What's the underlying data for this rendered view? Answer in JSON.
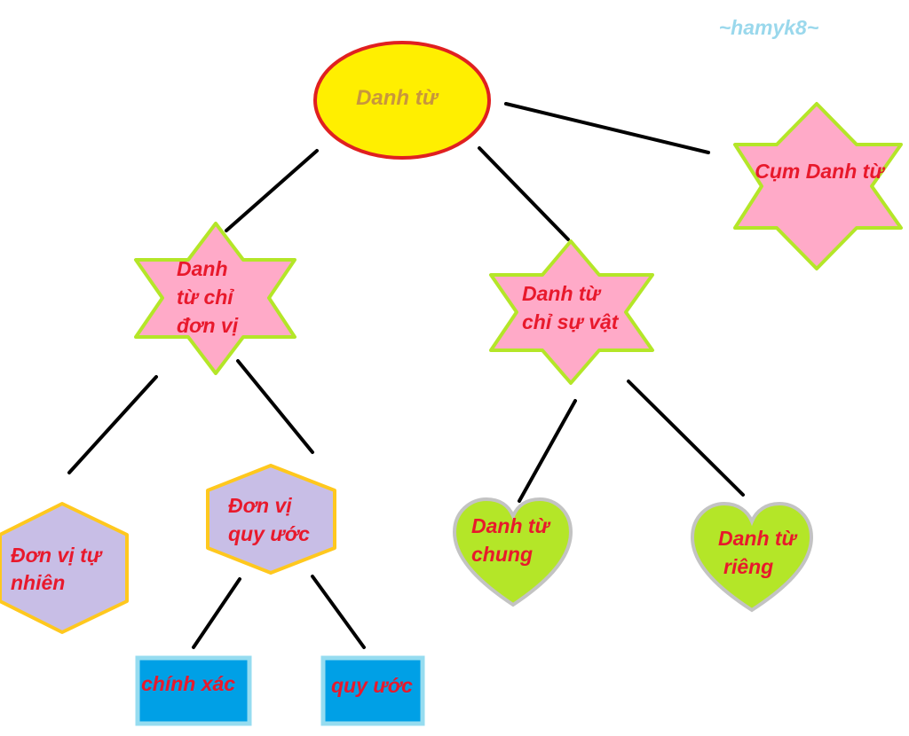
{
  "watermark": "~hamyk8~",
  "nodes": {
    "root": "Danh từ",
    "phrase": "Cụm Danh từ",
    "unit": [
      "Danh",
      "từ chỉ",
      "đơn vị"
    ],
    "thing": [
      "Danh từ",
      "chỉ sự vật"
    ],
    "natural_unit": [
      "Đơn vị tự",
      "nhiên"
    ],
    "conventional_unit": [
      "Đơn vị",
      "quy ước"
    ],
    "common": [
      "Danh từ",
      "chung"
    ],
    "proper": [
      "Danh từ",
      "riêng"
    ],
    "exact": "chính xác",
    "estimate": "quy ước"
  },
  "colors": {
    "text": "#e8192c",
    "root_text": "#c8963c",
    "watermark": "#9ad8ec",
    "ellipse_fill": "#ffef00",
    "ellipse_stroke": "#e02020",
    "star_fill": "#ffaac8",
    "star_stroke": "#b4e628",
    "hex_fill": "#c8bee6",
    "hex_stroke": "#ffc81e",
    "heart_fill": "#b4e628",
    "heart_stroke": "#c3c3c3",
    "box_fill": "#00a0e6",
    "box_stroke": "#96dcf0"
  }
}
